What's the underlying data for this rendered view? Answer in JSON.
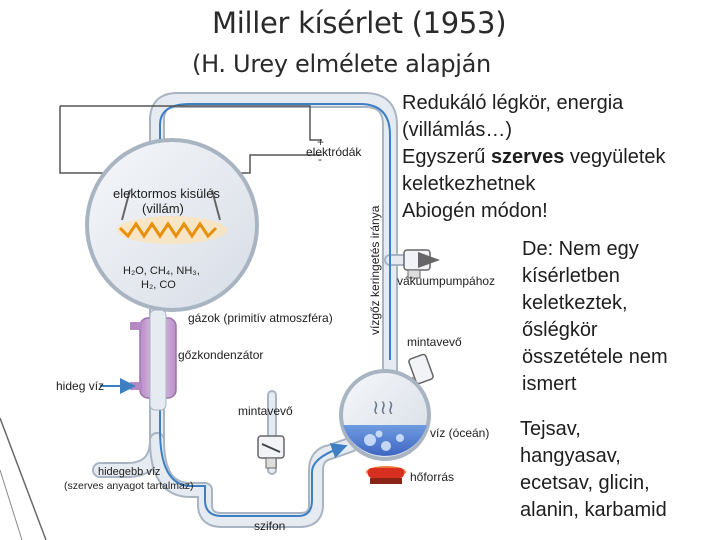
{
  "title": "Miller kísérlet (1953)",
  "subtitle": "(H. Urey elmélete alapján",
  "diagram": {
    "labels": {
      "electrodes": "elektródák",
      "plus": "+",
      "minus": "-",
      "discharge_line1": "elektormos kisülés",
      "discharge_line2": "(villám)",
      "gases_formula_line1": "H₂O, CH₄, NH₃,",
      "gases_formula_line2": "H₂, CO",
      "circulation_direction": "vízgőz keringetés iránya",
      "vacuum_pump": "vákuumpumpához",
      "gases": "gázok (primitív atmoszféra)",
      "steam_condenser": "gőzkondenzátor",
      "cold_water": "hideg víz",
      "sampler_right": "mintavevő",
      "sampler_bottom": "mintavevő",
      "colder_water_line1": "hidegebb víz",
      "colder_water_line2": "(szerves anyagot tartalmaz)",
      "water_ocean": "víz (óceán)",
      "heat_source": "hőforrás",
      "siphon": "szifon",
      "vapor_symbol": "≀≀≀"
    }
  },
  "text_block_1": {
    "line1": "Redukáló légkör, energia",
    "line2": "(villámlás…)",
    "line3_prefix": "Egyszerű ",
    "line3_bold": "szerves",
    "line3_suffix": " vegyületek",
    "line4": "keletkezhetnek",
    "line5": "Abiogén módon!"
  },
  "text_block_2": {
    "line1": "De: Nem egy",
    "line2": "kísérletben",
    "line3": "keletkeztek,",
    "line4": "őslégkör",
    "line5": "összetétele nem",
    "line6": "ismert"
  },
  "text_block_3": {
    "line1": "Tejsav,",
    "line2": "hangyasav,",
    "line3": "ecetsav, glicin,",
    "line4": "alanin, karbamid"
  },
  "colors": {
    "tube_glass": "#dfe5ec",
    "tube_outline": "#a9b4c2",
    "arrow_blue": "#3e7fc4",
    "condenser": "#cfa6d8",
    "condenser_inner": "#b58ac4",
    "water": "#4f7fd0",
    "heat": "#d83020",
    "spark": "#f29a18"
  }
}
